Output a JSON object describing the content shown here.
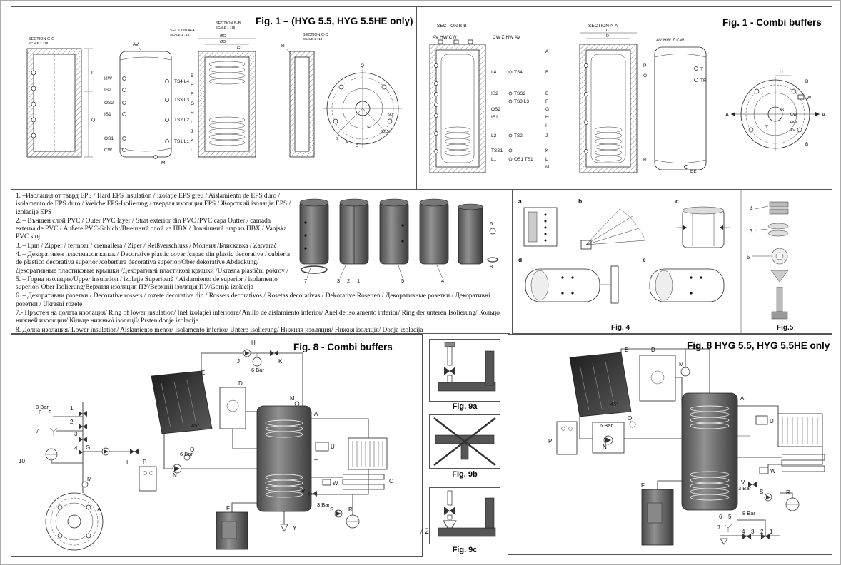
{
  "page": {
    "marker": "/ 2"
  },
  "fig1_left": {
    "title": "Fig. 1 – (HYG 5.5, HYG 5.5HE  only)",
    "sec_gg": "SECTION G-G",
    "sec_aa": "SECTION A-A",
    "sec_bb": "SECTION B-B",
    "sec_cc": "SECTION C-C",
    "scale": "SCALE 1 : 18",
    "av": "AV",
    "hw": "HW",
    "is2": "IS2",
    "os2": "OS2",
    "is1": "IS1",
    "os1": "OS1",
    "cw": "CW",
    "ts4l4": "TS4  L4",
    "ts3l3": "TS3  L3",
    "ts2l2": "TS2  L2",
    "ts1l1": "TS1  L1",
    "m": "M",
    "p": "P",
    "q": "Q",
    "r": "R",
    "letters": [
      "B",
      "E",
      "F",
      "G",
      "H",
      "I",
      "J",
      "K",
      "L"
    ],
    "dim_c": "ØC",
    "dim_d": "ØD",
    "dim_g1": "G1",
    "c_q": "Q",
    "c_s": "S",
    "c_deg90": "90°",
    "c_deg225": "22.5°",
    "c_b": "B",
    "c_a": "A",
    "c_c": "C"
  },
  "fig1_right": {
    "title": "Fig. 1 - Combi buffers",
    "sec_bb": "SECTION B-B",
    "sec_aa": "SECTION A-A",
    "tank1_top": "AV  HW  CW",
    "mid_top": "CW  Z  HW  AV",
    "a": "A",
    "rows": [
      {
        "t": "L4",
        "s": "TS4",
        "l": "B"
      },
      {
        "t": "IS2",
        "s": "TSS2",
        "l": "E"
      },
      {
        "t": "",
        "s": "TS3  L3",
        "l": "F"
      },
      {
        "t": "OS2",
        "s": "",
        "l": "G"
      },
      {
        "t": "IS1",
        "s": "",
        "l": "H"
      },
      {
        "t": "",
        "s": "",
        "l": "I"
      },
      {
        "t": "L2",
        "s": "TS2",
        "l": "J"
      },
      {
        "t": "TSS1",
        "s": "",
        "l": "K"
      },
      {
        "t": "L1",
        "s": "OS1  TS1",
        "l": "L"
      },
      {
        "t": "",
        "s": "",
        "l": "M"
      }
    ],
    "dim_c": "C",
    "dim_d": "D",
    "tank3_top": "AV  HW  Z  CW",
    "p": "P",
    "q": "Q",
    "t": "T",
    "tr": "TR",
    "r": "R",
    "ee": "EE",
    "c_u": "U",
    "c_b1": "B",
    "c_w": "W",
    "c_s": "S",
    "c_t": "T",
    "c_cw": "CW",
    "c_hw": "HW",
    "c_av": "AV",
    "c_a1": "A",
    "c_a2": "A",
    "c_b2": "B"
  },
  "parts_legend": {
    "items": [
      "1. –Изолация от твърд EPS / Hard EPS insulation / Izolaţie EPS greu / Aislamiento de EPS duro / isolamento de EPS duro / Weiche EPS-Isolierung / твердая изоляция EPS / Жорсткий ізоляція EPS / izolacije EPS",
      "2. – Външен слой PVC / Outer PVC layer / Strat exterior din PVC /PVC capa Outter / camada externa de PVC / Äußere PVC-Schicht/Внешний слой из ПВХ / Зовнішний шар из ПВХ / Vanjska PVC sloj",
      "3. – Цип / Zipper / fermoar / cremallera / Zíper / Reißverschluss / Молния /Блискавка / Zatvarač",
      "4. – Декоративен пластмасов капак / Decorative plastic cover /capac din plastic decorative / cubierta de plástico decorativa superior /cobertura decorativa superior/Ober dekorative Abdeckung/ Декоративные пластиковые крышки /Декоративні пластикові кришки /Ukrasna plastični pokrov /",
      "5. – Горна изолация/Upper insulation / izolaţie Superioară / Aislamiento de superior / isolamento superior/ Ober Isolierung/Верхняя изоляция ПУ/Верхній ізоляція ПУ/Gornja izolacija",
      "6. – Декоративни розетки / Decorative rossets / rozete decorative din / Rossets decorativos / Rosetas decorativas / Dekorative Rosetten / Декоративные розетки / Декоративні розетки / Ukrasni rozete",
      "7.- Пръстен на долата изолация/ Ring of lower insulation/ Inel izolaţiei inferioare/ Anillo de aislamiento inferior/ Anel de isolamento inferior/ Ring der unteren Isolierung/ Кольцо нижней изоляции/ Кільце нижньої ізоляції/ Prsten donje izolacije",
      "8. Долна изолация/ Lower insulation/ Aislamiento menor/ Isolamento inferior/ Untere Isolierung/ Нижняя изоляция/ Нижня ізоляція/ Donja izolacija"
    ],
    "callouts": [
      "1",
      "2",
      "3",
      "4",
      "5",
      "6",
      "7",
      "8"
    ]
  },
  "fig45": {
    "a": "a",
    "b": "b",
    "c": "c",
    "d": "d",
    "e": "e",
    "n4": "4",
    "n3": "3",
    "n5": "5",
    "cap4": "Fig. 4",
    "cap5": "Fig.5"
  },
  "fig8_left": {
    "title": "Fig. 8 - Combi buffers",
    "H": "H",
    "J": "J",
    "K": "K",
    "E": "E",
    "D": "D",
    "M": "M",
    "Q": "Q",
    "N": "N",
    "P": "P",
    "G": "G",
    "I": "I",
    "U": "U",
    "T": "T",
    "A": "A",
    "C": "C",
    "V": "V",
    "W": "W",
    "S": "S",
    "R": "R",
    "F": "F",
    "Y": "Y",
    "M2": "M",
    "A2": "A",
    "bar8": "8 Bar",
    "bar6a": "6 Bar",
    "bar6b": "6 Bar",
    "bar3": "3 Bar",
    "deg45": "45°",
    "n1": "1",
    "n2": "2",
    "n3": "3",
    "n4": "4",
    "n5": "5",
    "n6": "6",
    "n7": "7",
    "n10": "10"
  },
  "fig8_right": {
    "title": "Fig. 8 HYG 5.5, HYG 5.5HE only",
    "E": "E",
    "D": "D",
    "M": "M",
    "A": "A",
    "U": "U",
    "T": "T",
    "Q": "Q",
    "N": "N",
    "P": "P",
    "W": "W",
    "V": "V",
    "S": "S",
    "R": "R",
    "F": "F",
    "bar8": "8 Bar",
    "bar6": "6 Bar",
    "bar3": "3 Bar",
    "deg45": "45°",
    "n1": "1",
    "n2": "2",
    "n3": "3",
    "n4": "4",
    "n5": "5",
    "n6": "6",
    "n7": "7"
  },
  "fig9": {
    "cap_a": "Fig. 9a",
    "cap_b": "Fig. 9b",
    "cap_c": "Fig. 9c"
  }
}
